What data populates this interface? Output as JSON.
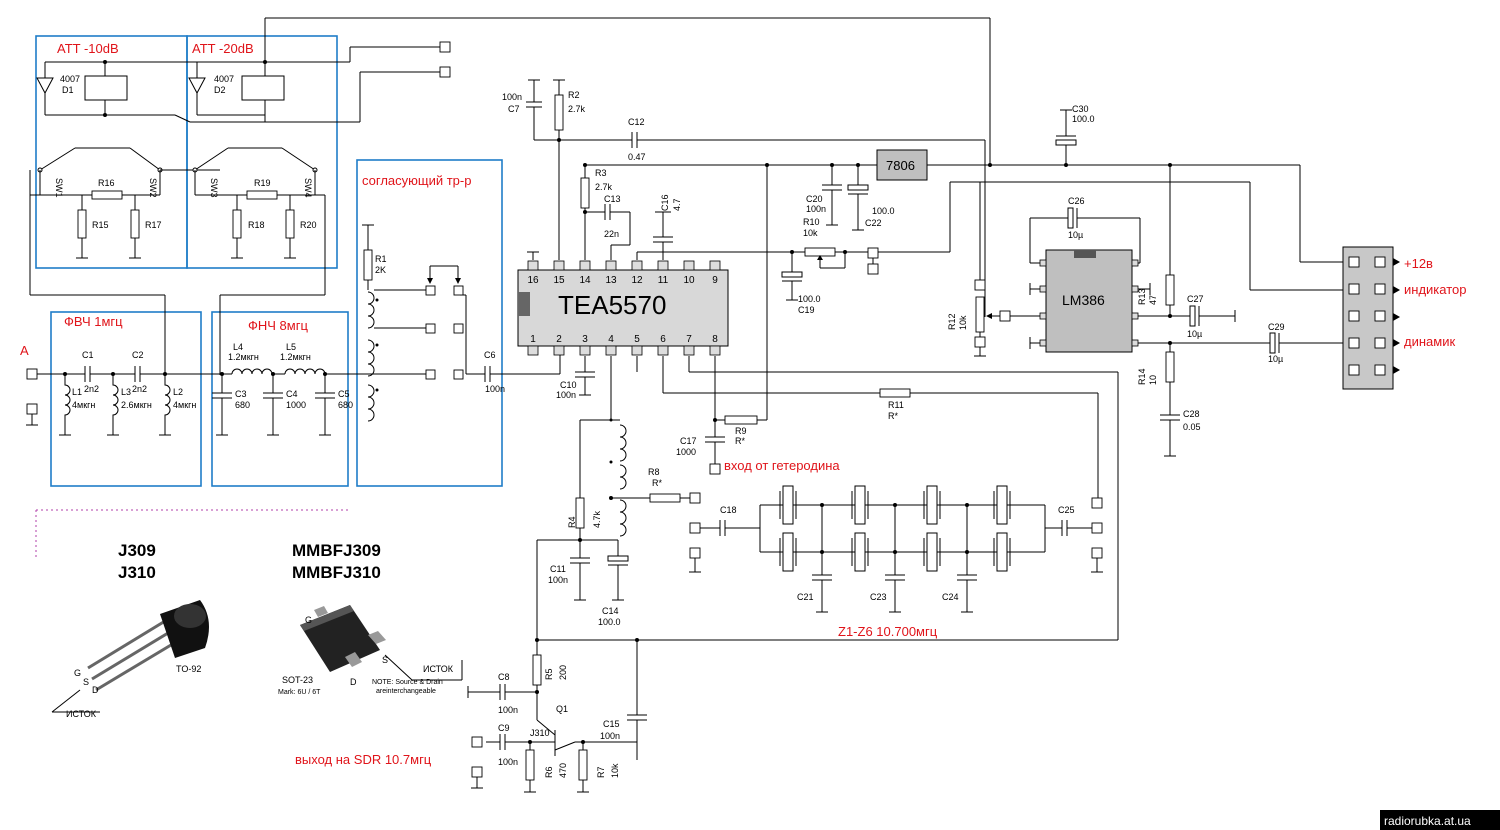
{
  "ic": {
    "main": "TEA5570",
    "pins_top": [
      "16",
      "15",
      "14",
      "13",
      "12",
      "11",
      "10",
      "9"
    ],
    "pins_bottom": [
      "1",
      "2",
      "3",
      "4",
      "5",
      "6",
      "7",
      "8"
    ],
    "amp": "LM386",
    "regulator": "7806"
  },
  "blocks": {
    "att1": "ATT -10dB",
    "att2": "ATT -20dB",
    "hpf": "ФВЧ 1мгц",
    "lpf": "ФНЧ 8мгц",
    "transformer": "согласующий тр-р"
  },
  "labels": {
    "input": "A",
    "lo_input": "вход от гетеродина",
    "filter": "Z1-Z6   10.700мгц",
    "sdr_out": "выход на SDR 10.7мгц",
    "v12": "+12в",
    "indicator": "индикатор",
    "speaker": "динамик",
    "watermark": "radiorubka.at.ua"
  },
  "components": {
    "d1_type": "4007",
    "d1": "D1",
    "d2_type": "4007",
    "d2": "D2",
    "sw1": "SW1",
    "sw2": "SW2",
    "sw3": "SW3",
    "sw4": "SW4",
    "r15": "R15",
    "r16": "R16",
    "r17": "R17",
    "r18": "R18",
    "r19": "R19",
    "r20": "R20",
    "c1": "C1",
    "c1v": "2n2",
    "c2": "C2",
    "c2v": "2n2",
    "l1": "L1",
    "l1v": "4мкгн",
    "l2": "L2",
    "l2v": "4мкгн",
    "l3": "L3",
    "l3v": "2.6мкгн",
    "l4": "L4",
    "l4v": "1.2мкгн",
    "l5": "L5",
    "l5v": "1.2мкгн",
    "c3": "C3",
    "c3v": "680",
    "c4": "C4",
    "c4v": "1000",
    "c5": "C5",
    "c5v": "680",
    "r1": "R1",
    "r1v": "2K",
    "c6": "C6",
    "c6v": "100n",
    "c7": "C7",
    "c7v": "100n",
    "r2": "R2",
    "r2v": "2.7k",
    "c12": "C12",
    "c12v": "0.47",
    "r3": "R3",
    "r3v": "2.7k",
    "c13": "C13",
    "c13v": "22n",
    "c16": "C16",
    "c16v": "4.7",
    "c20": "C20",
    "c20v": "100n",
    "c22": "C22",
    "c22v": "100.0",
    "r10": "R10",
    "r10v": "10k",
    "c19": "C19",
    "c19v": "100.0",
    "c30": "C30",
    "c30v": "100.0",
    "c26": "C26",
    "c26v": "10µ",
    "r12": "R12",
    "r12v": "10k",
    "r13": "R13",
    "r13v": "47",
    "c27": "C27",
    "c27v": "10µ",
    "c29": "C29",
    "c29v": "10µ",
    "r14": "R14",
    "r14v": "10",
    "c28": "C28",
    "c28v": "0.05",
    "c10": "C10",
    "c10v": "100n",
    "r11": "R11",
    "r11v": "R*",
    "r9": "R9",
    "r9v": "R*",
    "c17": "C17",
    "c17v": "1000",
    "r8": "R8",
    "r8v": "R*",
    "r4": "R4",
    "r4v": "4.7k",
    "c11": "C11",
    "c11v": "100n",
    "c14": "C14",
    "c14v": "100.0",
    "c18": "C18",
    "c25": "C25",
    "c21": "C21",
    "c23": "C23",
    "c24": "C24",
    "c8": "C8",
    "c8v": "100n",
    "r5": "R5",
    "r5v": "200",
    "q1": "Q1",
    "q1v": "J310",
    "c15": "C15",
    "c15v": "100n",
    "c9": "C9",
    "c9v": "100n",
    "r6": "R6",
    "r6v": "470",
    "r7": "R7",
    "r7v": "10k"
  },
  "packages": {
    "to92_name1": "J309",
    "to92_name2": "J310",
    "to92": "TO-92",
    "to92_g": "G",
    "to92_s": "S",
    "to92_d": "D",
    "to92_src": "ИСТОК",
    "sot_name1": "MMBFJ309",
    "sot_name2": "MMBFJ310",
    "sot": "SOT-23",
    "sot_mark": "Mark: 6U / 6T",
    "sot_g": "G",
    "sot_s": "S",
    "sot_d": "D",
    "sot_src": "ИСТОК",
    "sot_note1": "NOTE: Source & Drain",
    "sot_note2": "areinterchangeable"
  },
  "colors": {
    "block_border": "#1f7dc8",
    "label_red": "#e0141a",
    "ic_fill": "#d8d8d8"
  }
}
